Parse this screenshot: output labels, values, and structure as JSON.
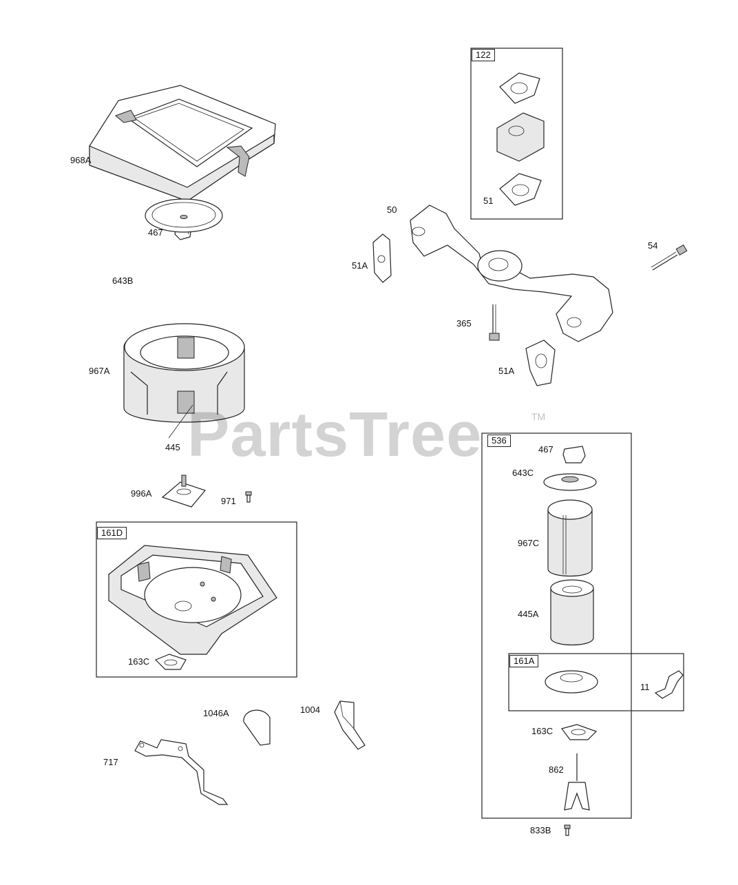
{
  "watermark": {
    "text": "PartsTree",
    "trademark": "TM"
  },
  "groups": {
    "g122": "122",
    "g536": "536",
    "g161D": "161D",
    "g161A": "161A"
  },
  "parts": {
    "p968A": "968A",
    "p467a": "467",
    "p643B": "643B",
    "p967A": "967A",
    "p445": "445",
    "p996A": "996A",
    "p971": "971",
    "p163Ca": "163C",
    "p1046A": "1046A",
    "p1004": "1004",
    "p717": "717",
    "p50": "50",
    "p51Aa": "51A",
    "p51": "51",
    "p54": "54",
    "p365": "365",
    "p51Ab": "51A",
    "p467b": "467",
    "p643C": "643C",
    "p967C": "967C",
    "p445A": "445A",
    "p11": "11",
    "p163Cb": "163C",
    "p862": "862",
    "p833B": "833B"
  }
}
